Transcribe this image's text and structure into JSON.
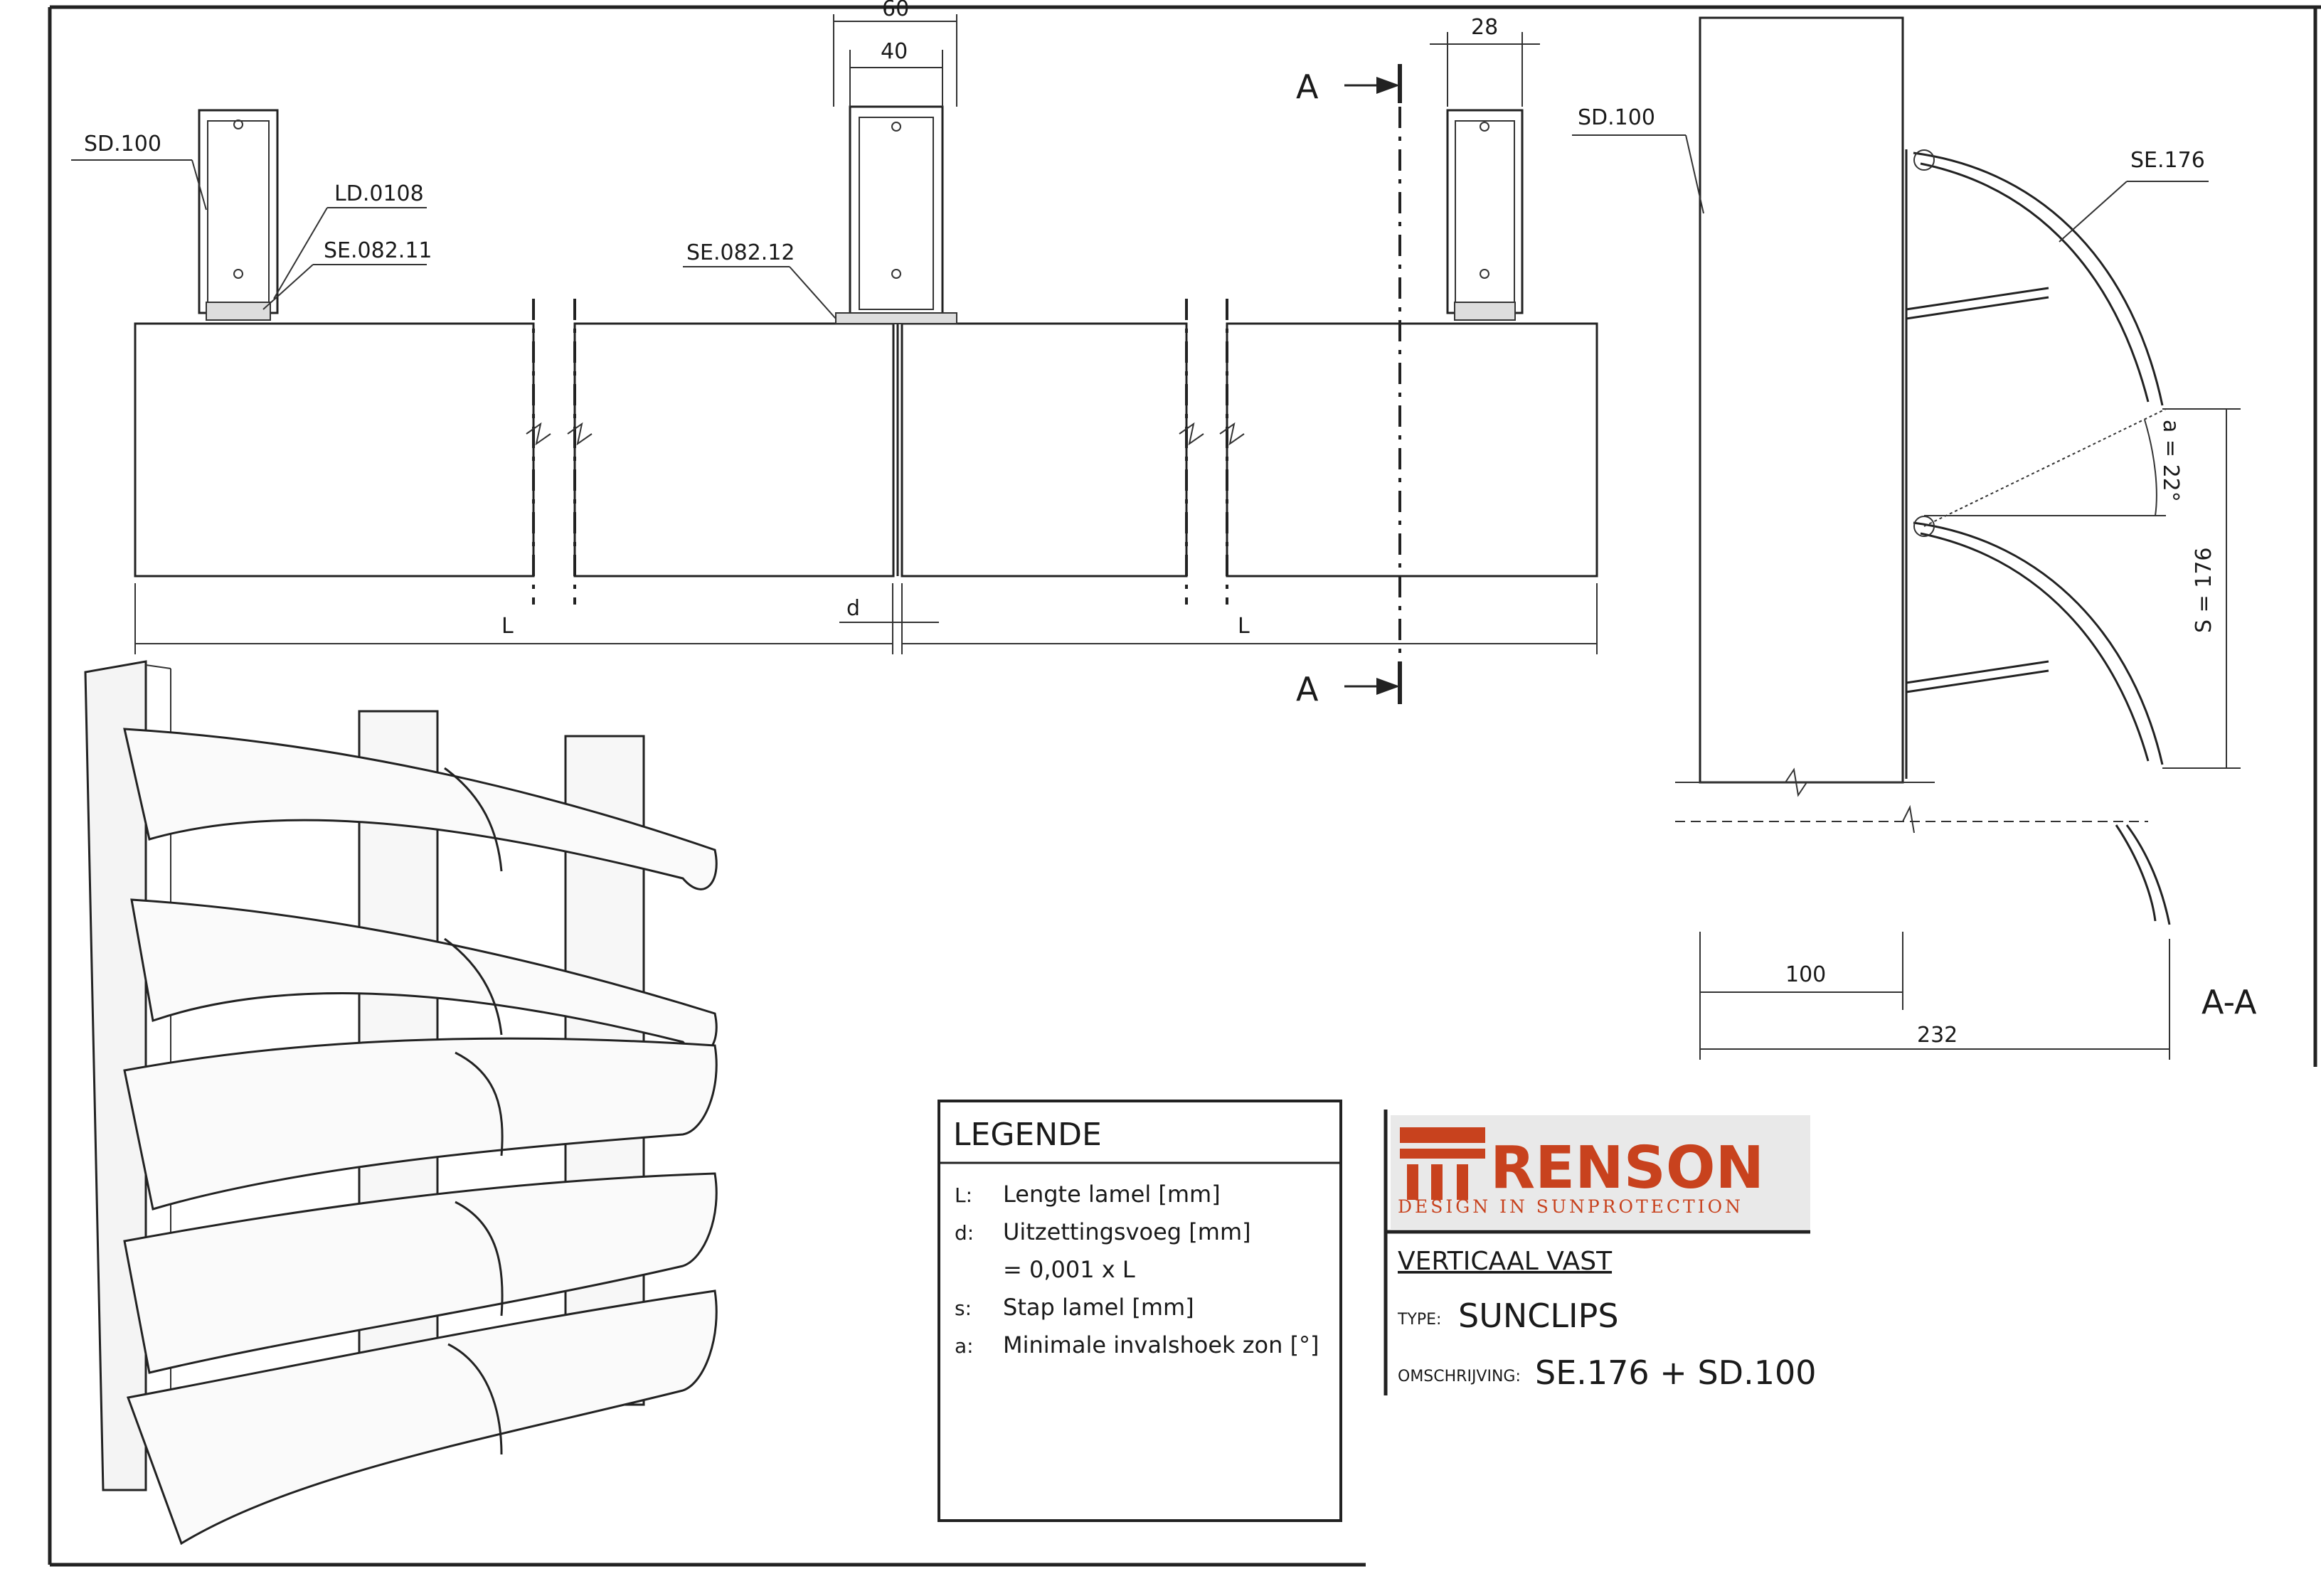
{
  "labels": {
    "sd100_left": "SD.100",
    "ld0108": "LD.0108",
    "se08211": "SE.082.11",
    "se08212": "SE.082.12",
    "sd100_right": "SD.100",
    "se176": "SE.176",
    "section_marker_top": "A",
    "section_marker_bottom": "A",
    "section_title": "A-A"
  },
  "dimensions": {
    "w60": "60",
    "w40": "40",
    "w28": "28",
    "L_left": "L",
    "d": "d",
    "L_right": "L",
    "angle": "a = 22°",
    "step": "S = 176",
    "depth100": "100",
    "depth232": "232"
  },
  "legend": {
    "title": "LEGENDE",
    "rows": [
      {
        "key": "L:",
        "text": "Lengte lamel [mm]"
      },
      {
        "key": "d:",
        "text": "Uitzettingsvoeg [mm]"
      },
      {
        "key": "",
        "text": "= 0,001 x L"
      },
      {
        "key": "s:",
        "text": "Stap lamel [mm]"
      },
      {
        "key": "a:",
        "text": "Minimale invalshoek zon [°]"
      }
    ]
  },
  "titleblock": {
    "brand": "RENSON",
    "tagline": "DESIGN IN SUNPROTECTION",
    "brand_color": "#c8421e",
    "heading": "VERTICAAL VAST",
    "type_label": "TYPE:",
    "type_value": "SUNCLIPS",
    "desc_label": "OMSCHRIJVING:",
    "desc_value": "SE.176 + SD.100"
  }
}
